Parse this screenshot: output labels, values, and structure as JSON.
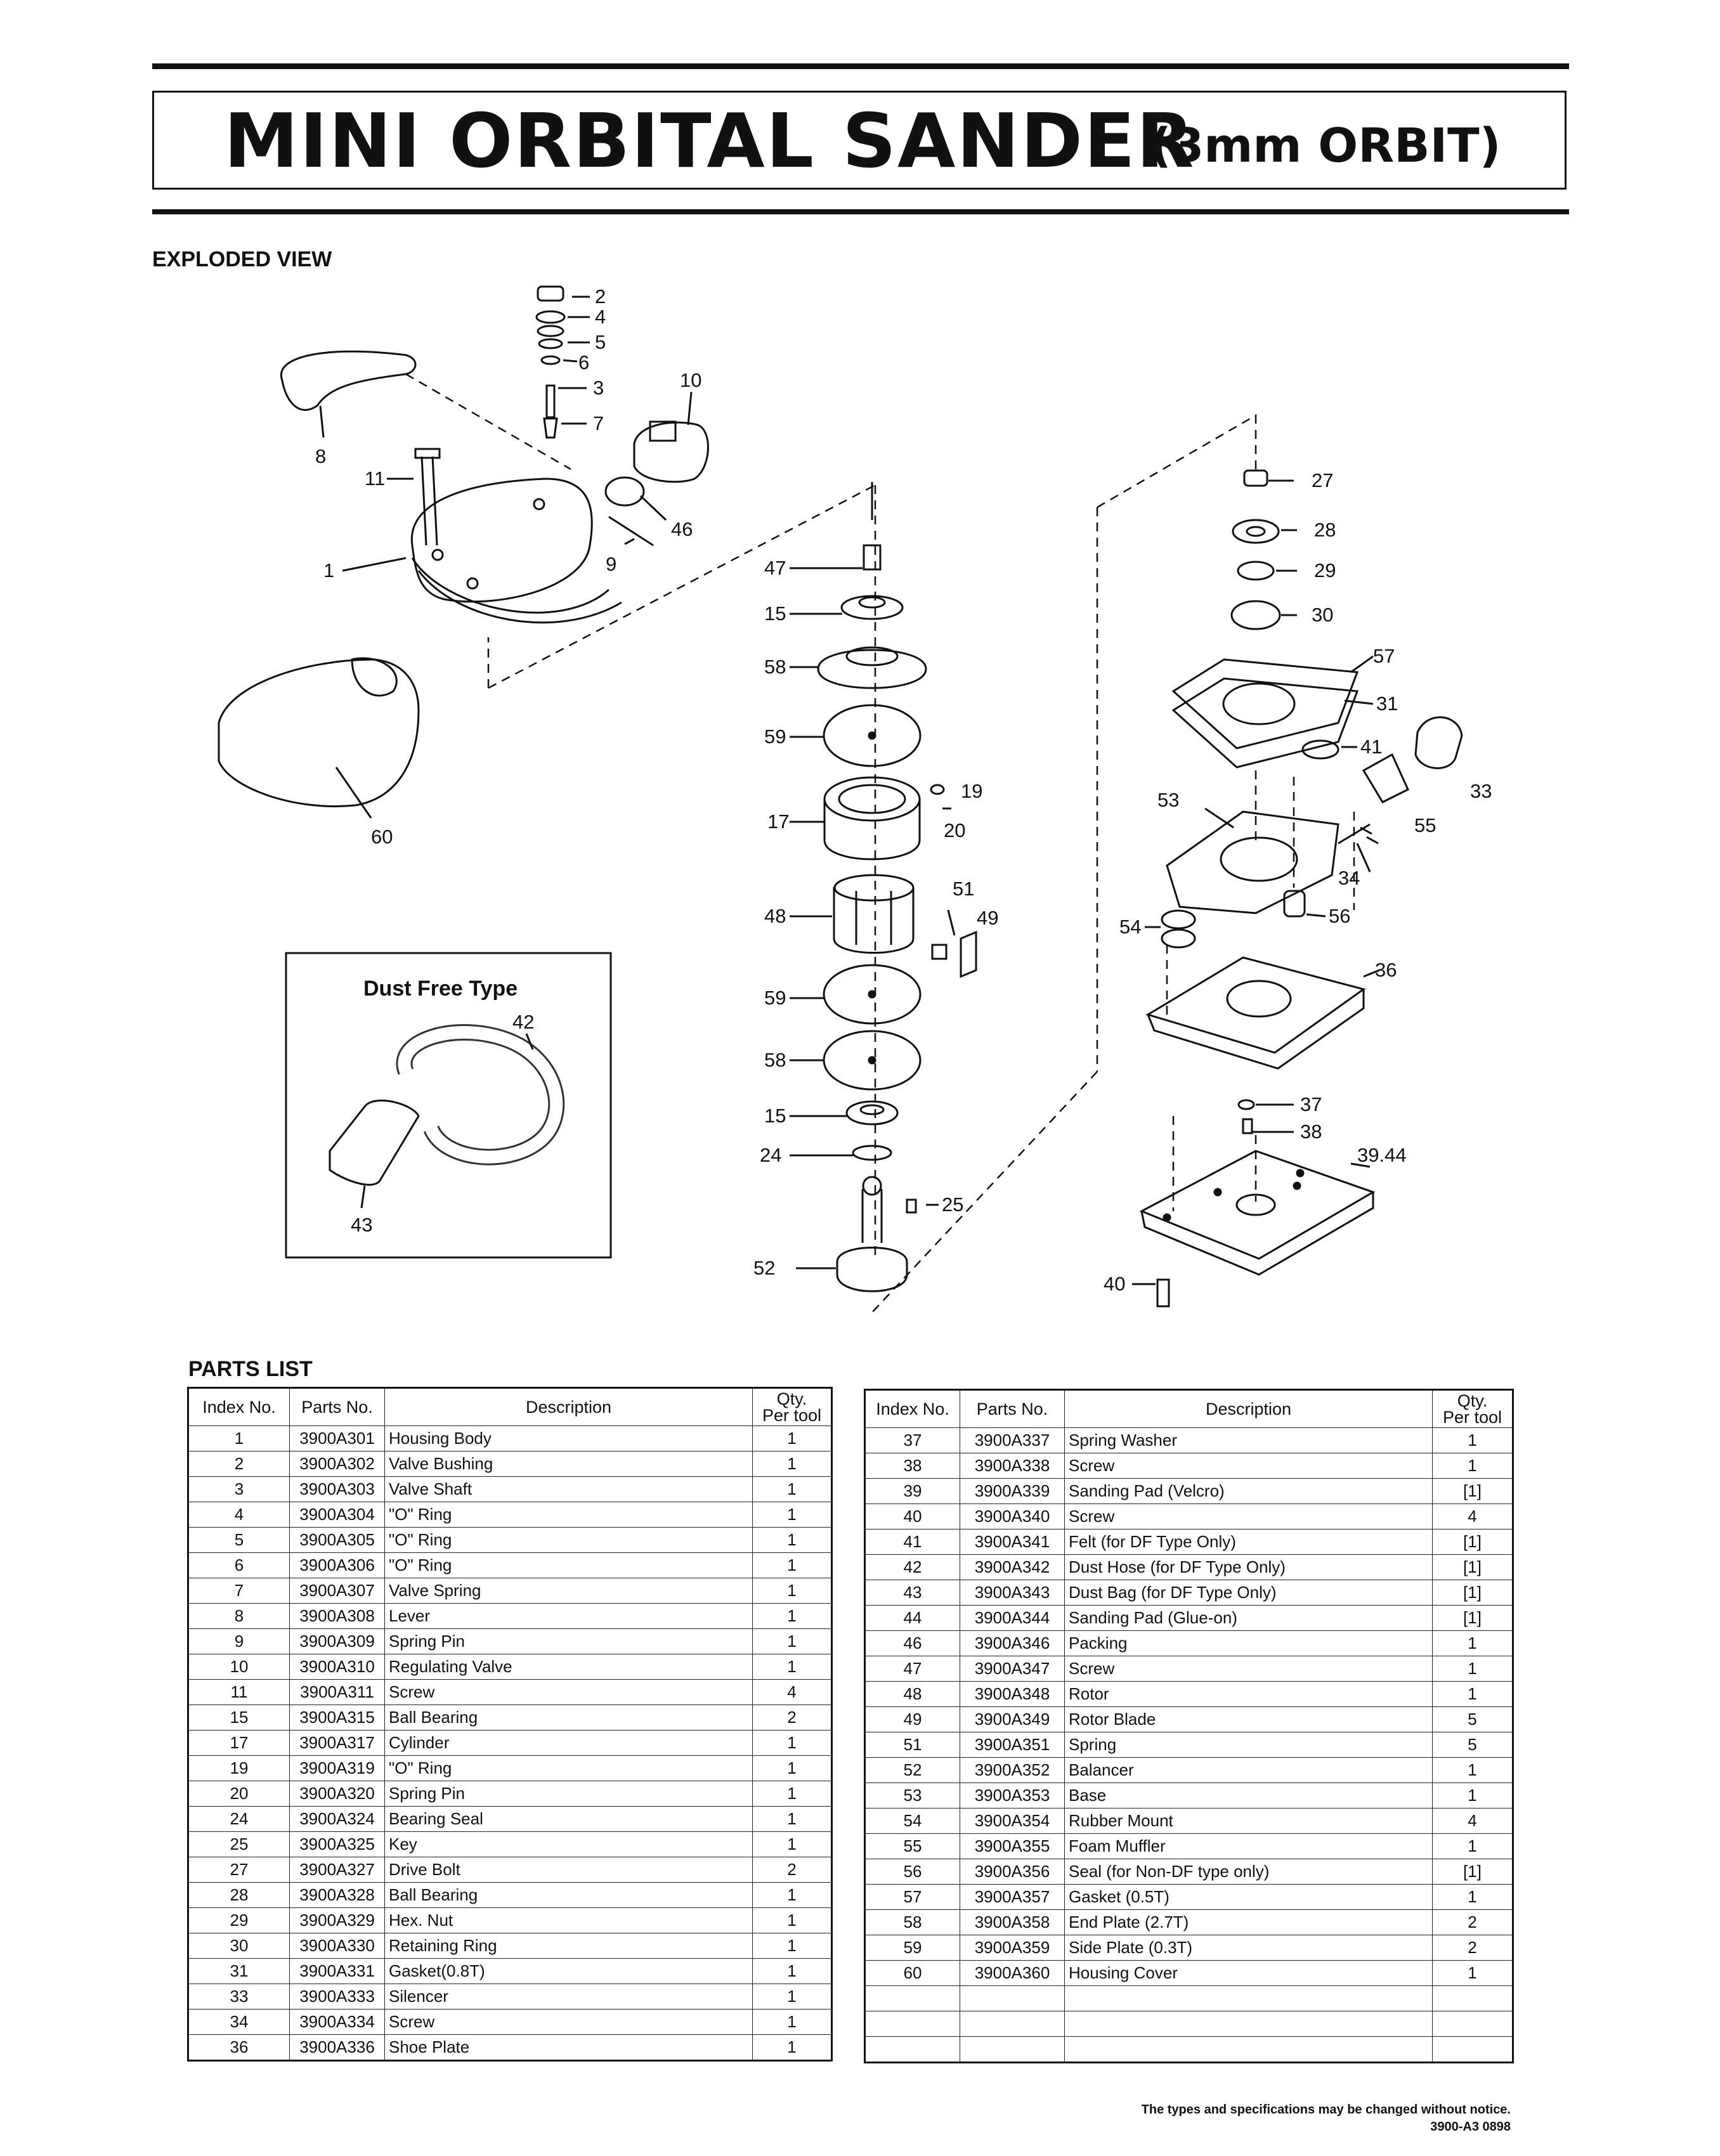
{
  "title": {
    "main": "MINI ORBITAL SANDER",
    "sub": "(3mm ORBIT)"
  },
  "exploded_view": {
    "heading": "EXPLODED VIEW",
    "dust_free_title": "Dust Free Type",
    "callouts": {
      "c1": "1",
      "c2": "2",
      "c3": "3",
      "c4": "4",
      "c5": "5",
      "c6": "6",
      "c7": "7",
      "c8": "8",
      "c9": "9",
      "c10": "10",
      "c11": "11",
      "c15a": "15",
      "c15b": "15",
      "c17": "17",
      "c19": "19",
      "c20": "20",
      "c24": "24",
      "c25": "25",
      "c27": "27",
      "c28": "28",
      "c29": "29",
      "c30": "30",
      "c31": "31",
      "c33": "33",
      "c34": "34",
      "c36": "36",
      "c37": "37",
      "c38": "38",
      "c39_44": "39.44",
      "c40": "40",
      "c41": "41",
      "c42": "42",
      "c43": "43",
      "c46": "46",
      "c47": "47",
      "c48": "48",
      "c49": "49",
      "c51": "51",
      "c52": "52",
      "c53": "53",
      "c54": "54",
      "c55": "55",
      "c56": "56",
      "c57": "57",
      "c58a": "58",
      "c58b": "58",
      "c59a": "59",
      "c59b": "59",
      "c60": "60"
    }
  },
  "parts_list": {
    "heading": "PARTS LIST",
    "columns": {
      "index": "Index No.",
      "part": "Parts No.",
      "description": "Description",
      "qty_line1": "Qty.",
      "qty_line2": "Per tool"
    },
    "left_rows": [
      [
        "1",
        "3900A301",
        "Housing Body",
        "1"
      ],
      [
        "2",
        "3900A302",
        "Valve Bushing",
        "1"
      ],
      [
        "3",
        "3900A303",
        "Valve Shaft",
        "1"
      ],
      [
        "4",
        "3900A304",
        "\"O\" Ring",
        "1"
      ],
      [
        "5",
        "3900A305",
        "\"O\" Ring",
        "1"
      ],
      [
        "6",
        "3900A306",
        "\"O\" Ring",
        "1"
      ],
      [
        "7",
        "3900A307",
        "Valve Spring",
        "1"
      ],
      [
        "8",
        "3900A308",
        "Lever",
        "1"
      ],
      [
        "9",
        "3900A309",
        "Spring Pin",
        "1"
      ],
      [
        "10",
        "3900A310",
        "Regulating Valve",
        "1"
      ],
      [
        "11",
        "3900A311",
        "Screw",
        "4"
      ],
      [
        "15",
        "3900A315",
        "Ball Bearing",
        "2"
      ],
      [
        "17",
        "3900A317",
        "Cylinder",
        "1"
      ],
      [
        "19",
        "3900A319",
        "\"O\" Ring",
        "1"
      ],
      [
        "20",
        "3900A320",
        "Spring Pin",
        "1"
      ],
      [
        "24",
        "3900A324",
        "Bearing Seal",
        "1"
      ],
      [
        "25",
        "3900A325",
        "Key",
        "1"
      ],
      [
        "27",
        "3900A327",
        "Drive Bolt",
        "2"
      ],
      [
        "28",
        "3900A328",
        "Ball Bearing",
        "1"
      ],
      [
        "29",
        "3900A329",
        "Hex. Nut",
        "1"
      ],
      [
        "30",
        "3900A330",
        "Retaining Ring",
        "1"
      ],
      [
        "31",
        "3900A331",
        "Gasket(0.8T)",
        "1"
      ],
      [
        "33",
        "3900A333",
        "Silencer",
        "1"
      ],
      [
        "34",
        "3900A334",
        "Screw",
        "1"
      ],
      [
        "36",
        "3900A336",
        "Shoe Plate",
        "1"
      ]
    ],
    "right_rows": [
      [
        "37",
        "3900A337",
        "Spring Washer",
        "1"
      ],
      [
        "38",
        "3900A338",
        "Screw",
        "1"
      ],
      [
        "39",
        "3900A339",
        "Sanding Pad (Velcro)",
        "[1]"
      ],
      [
        "40",
        "3900A340",
        "Screw",
        "4"
      ],
      [
        "41",
        "3900A341",
        "Felt (for DF Type Only)",
        "[1]"
      ],
      [
        "42",
        "3900A342",
        "Dust Hose (for DF Type Only)",
        "[1]"
      ],
      [
        "43",
        "3900A343",
        "Dust Bag (for DF Type Only)",
        "[1]"
      ],
      [
        "44",
        "3900A344",
        "Sanding Pad (Glue-on)",
        "[1]"
      ],
      [
        "46",
        "3900A346",
        "Packing",
        "1"
      ],
      [
        "47",
        "3900A347",
        "Screw",
        "1"
      ],
      [
        "48",
        "3900A348",
        "Rotor",
        "1"
      ],
      [
        "49",
        "3900A349",
        "Rotor Blade",
        "5"
      ],
      [
        "51",
        "3900A351",
        "Spring",
        "5"
      ],
      [
        "52",
        "3900A352",
        "Balancer",
        "1"
      ],
      [
        "53",
        "3900A353",
        "Base",
        "1"
      ],
      [
        "54",
        "3900A354",
        "Rubber Mount",
        "4"
      ],
      [
        "55",
        "3900A355",
        "Foam Muffler",
        "1"
      ],
      [
        "56",
        "3900A356",
        "Seal (for Non-DF type only)",
        "[1]"
      ],
      [
        "57",
        "3900A357",
        "Gasket (0.5T)",
        "1"
      ],
      [
        "58",
        "3900A358",
        "End Plate (2.7T)",
        "2"
      ],
      [
        "59",
        "3900A359",
        "Side Plate (0.3T)",
        "2"
      ],
      [
        "60",
        "3900A360",
        "Housing Cover",
        "1"
      ]
    ],
    "right_blank_rows": 3
  },
  "footer": {
    "notice": "The types and specifications may be changed without notice.",
    "code": "3900-A3  0898"
  }
}
